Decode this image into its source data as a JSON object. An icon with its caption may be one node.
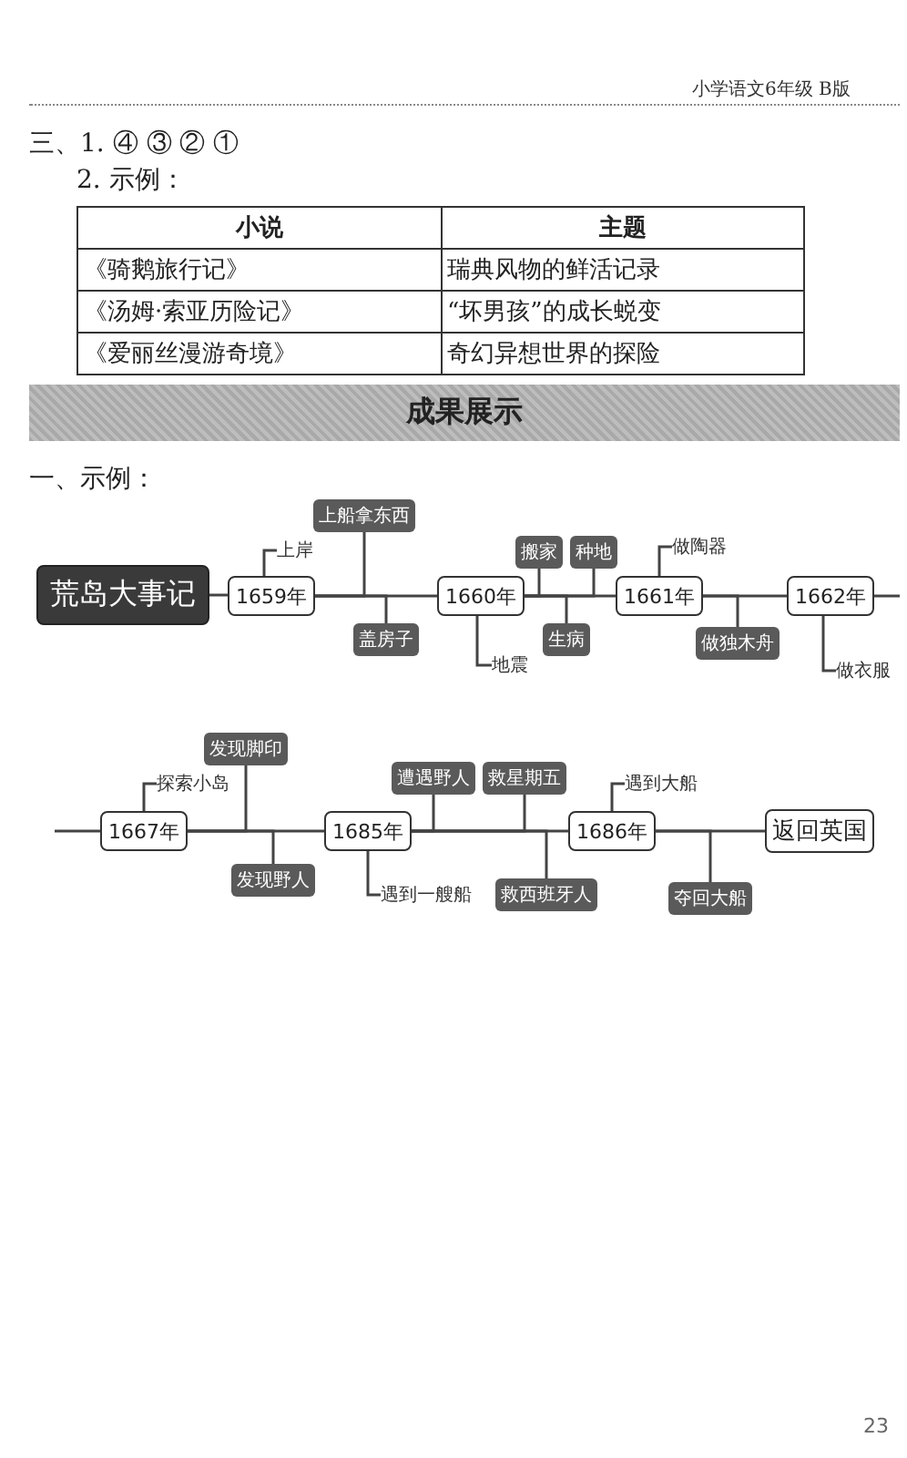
{
  "diagram": {
    "nodes": [
      {
        "text": [
          "荒岛大事记"
        ]
      },
      {
        "text": [
          "1659年"
        ]
      },
      {
        "text": [
          "上船拿东西"
        ]
      },
      {
        "text": [
          "上岸"
        ]
      },
      {
        "text": [
          "盖房子"
        ]
      },
      {
        "text": [
          "1660年"
        ]
      },
      {
        "text": [
          "地震"
        ]
      },
      {
        "text": [
          "搬家"
        ]
      },
      {
        "text": [
          "种地"
        ]
      },
      {
        "text": [
          "生病"
        ]
      },
      {
        "text": [
          "1661年"
        ]
      },
      {
        "text": [
          "做陶器"
        ]
      },
      {
        "text": [
          "做独木舟"
        ]
      },
      {
        "text": [
          "1662年"
        ]
      },
      {
        "text": [
          "做衣服"
        ]
      },
      {
        "text": [
          "1667年"
        ]
      },
      {
        "text": [
          "探索小岛"
        ]
      },
      {
        "text": [
          "发现脚印"
        ]
      },
      {
        "text": [
          "发现野人"
        ]
      },
      {
        "text": [
          "1685年"
        ]
      },
      {
        "text": [
          "遇到一艘船"
        ]
      },
      {
        "text": [
          "遭遇野人"
        ]
      },
      {
        "text": [
          "救星期五"
        ]
      },
      {
        "text": [
          "救西班牙人"
        ]
      },
      {
        "text": [
          "1686年"
        ]
      },
      {
        "text": [
          "遇到大船"
        ]
      },
      {
        "text": [
          "夺回大船"
        ]
      },
      {
        "text": [
          "返回英国"
        ]
      }
    ],
    "edges": [
      {
        "from": 0,
        "to": 1,
        "arrow": "none"
      },
      {
        "from": 1,
        "to": 2,
        "arrow": "none"
      },
      {
        "from": 1,
        "to": 3,
        "arrow": "none"
      },
      {
        "from": 1,
        "to": 4,
        "arrow": "none"
      },
      {
        "from": 1,
        "to": 5,
        "arrow": "none"
      },
      {
        "from": 5,
        "to": 6,
        "arrow": "none"
      },
      {
        "from": 5,
        "to": 7,
        "arrow": "none"
      },
      {
        "from": 5,
        "to": 8,
        "arrow": "none"
      },
      {
        "from": 5,
        "to": 9,
        "arrow": "none"
      },
      {
        "from": 5,
        "to": 10,
        "arrow": "none"
      },
      {
        "from": 10,
        "to": 11,
        "arrow": "none"
      },
      {
        "from": 10,
        "to": 12,
        "arrow": "none"
      },
      {
        "from": 10,
        "to": 13,
        "arrow": "none"
      },
      {
        "from": 13,
        "to": 14,
        "arrow": "none"
      },
      {
        "from": 13,
        "to": null,
        "arrow": "none"
      },
      {
        "from": null,
        "to": 15,
        "arrow": "none"
      },
      {
        "from": 15,
        "to": 16,
        "arrow": "none"
      },
      {
        "from": 15,
        "to": 17,
        "arrow": "none"
      },
      {
        "from": 15,
        "to": 18,
        "arrow": "none"
      },
      {
        "from": 15,
        "to": 19,
        "arrow": "none"
      },
      {
        "from": 19,
        "to": 20,
        "arrow": "none"
      },
      {
        "from": 19,
        "to": 21,
        "arrow": "none"
      },
      {
        "from": 19,
        "to": 22,
        "arrow": "none"
      },
      {
        "from": 19,
        "to": 23,
        "arrow": "none"
      },
      {
        "from": 19,
        "to": 24,
        "arrow": "none"
      },
      {
        "from": 24,
        "to": 25,
        "arrow": "none"
      },
      {
        "from": 24,
        "to": 26,
        "arrow": "none"
      },
      {
        "from": 24,
        "to": 27,
        "arrow": "none"
      }
    ],
    "labels": [
      "小学语文6年级 B版",
      "三、1. ④ ③ ② ①",
      "2. 示例：",
      "小说",
      "主题",
      "《骑鹅旅行记》",
      "瑞典风物的鲜活记录",
      "《汤姆·索亚历险记》",
      "“坏男孩”的成长蜕变",
      "《爱丽丝漫游奇境》",
      "奇幻异想世界的探险",
      "成果展示",
      "一、示例：",
      "23"
    ]
  }
}
